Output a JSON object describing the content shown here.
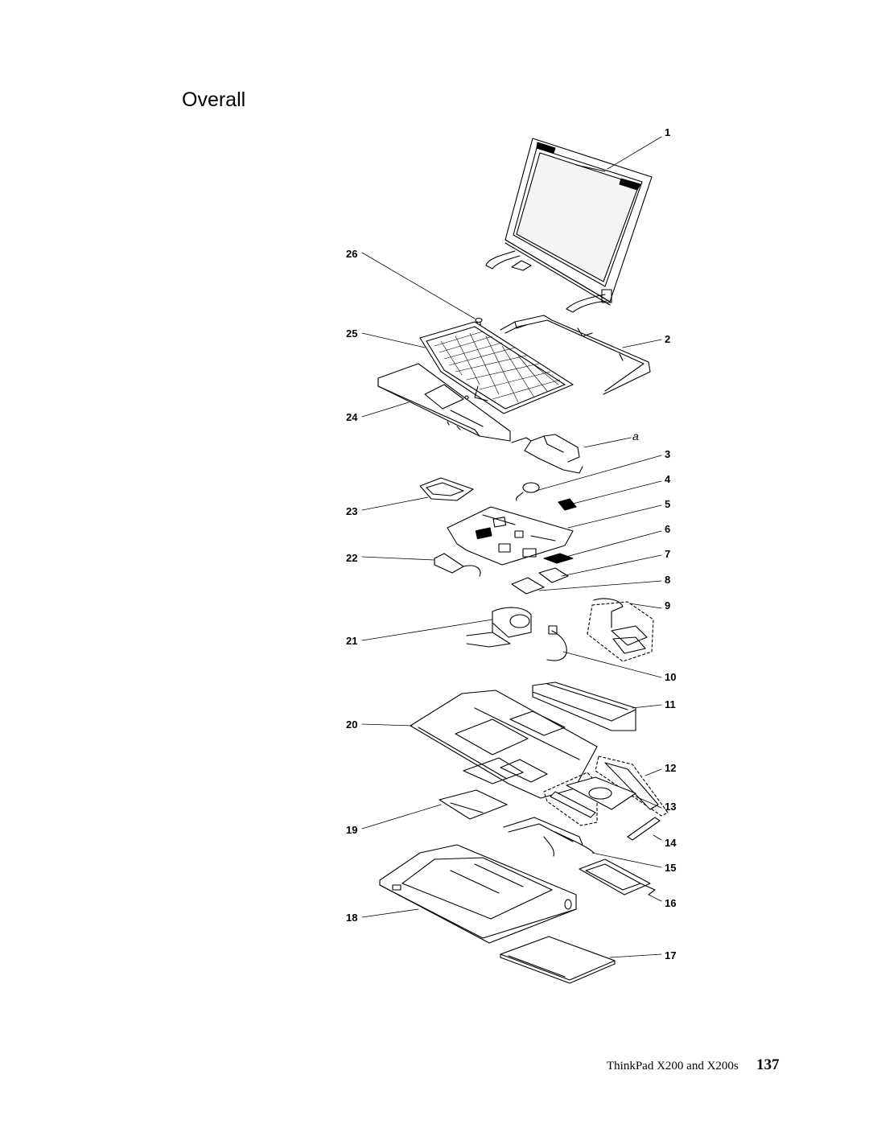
{
  "page": {
    "title": "Overall",
    "footer_text": "ThinkPad X200 and X200s",
    "page_number": "137"
  },
  "callouts": {
    "c1": "1",
    "c2": "2",
    "ca": "a",
    "c3": "3",
    "c4": "4",
    "c5": "5",
    "c6": "6",
    "c7": "7",
    "c8": "8",
    "c9": "9",
    "c10": "10",
    "c11": "11",
    "c12": "12",
    "c13": "13",
    "c14": "14",
    "c15": "15",
    "c16": "16",
    "c17": "17",
    "c18": "18",
    "c19": "19",
    "c20": "20",
    "c21": "21",
    "c22": "22",
    "c23": "23",
    "c24": "24",
    "c25": "25",
    "c26": "26"
  }
}
